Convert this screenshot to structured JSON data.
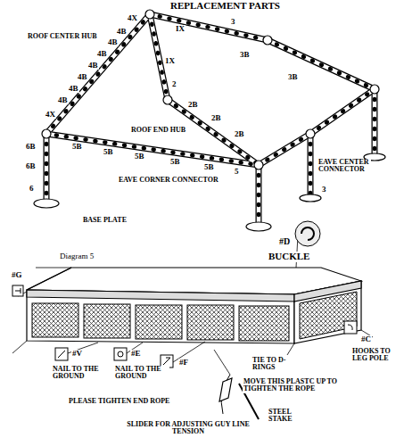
{
  "diagram": {
    "title": "REPLACEMENT PARTS",
    "labels": [
      "4X",
      "IX",
      "ROOF CENTER HUB",
      "4B",
      "3",
      "4B",
      "3B",
      "4B",
      "1X",
      "3B",
      "4B",
      "4B",
      "2",
      "4B",
      "4B",
      "2B",
      "4X",
      "2B",
      "ROOF END HUB",
      "2B",
      "6B",
      "5B",
      "EAVE CENTER CONNECTOR",
      "5B",
      "5B",
      "6B",
      "5B",
      "5B",
      "5",
      "EAVE CORNER CONNECTOR",
      "6",
      "3",
      "BASE PLATE",
      "Diagram 5",
      "#D",
      "BUCKLE",
      "#G",
      "#C",
      "HOOKS TO LEG POLE",
      "#V",
      "#E",
      "NAIL TO THE GROUND",
      "NAIL TO THE GROUND",
      "#F",
      "TIE TO D-RINGS",
      "MOVE THIS PLASTC UP TO TIGHTEN THE ROPE",
      "PLEASE TIGHTEN END ROPE",
      "STEEL STAKE",
      "SLIDER FOR ADJUSTING GUY LINE TENSION"
    ]
  }
}
